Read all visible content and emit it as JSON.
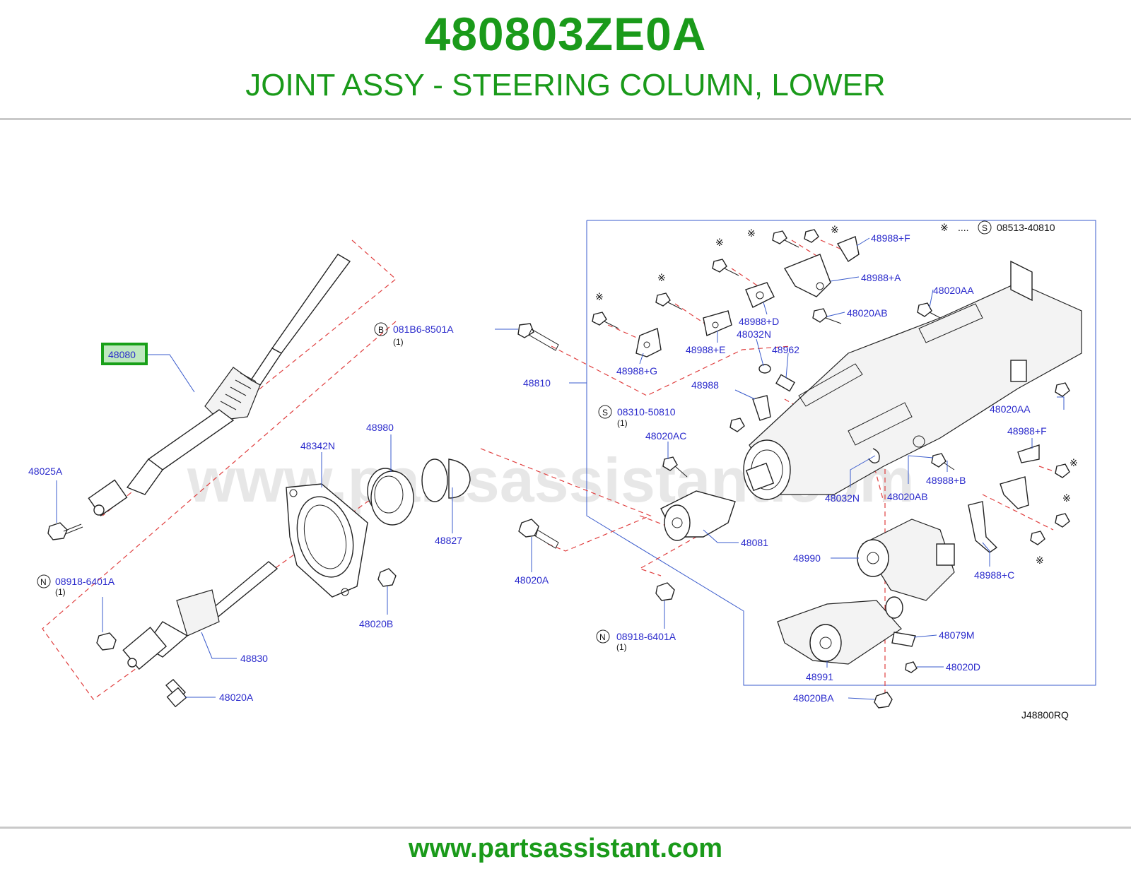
{
  "header": {
    "part_number": "480803ZE0A",
    "description": "JOINT ASSY - STEERING COLUMN, LOWER"
  },
  "footer": {
    "url": "www.partsassistant.com"
  },
  "diagram": {
    "watermark": "www.partsassistant.com",
    "drawing_code": "J48800RQ",
    "highlighted_part": "48080",
    "legend": {
      "mark": "※",
      "dots": "....",
      "code_letter": "S",
      "code": "08513-40810"
    },
    "callouts": {
      "c48080": "48080",
      "c48025A": "48025A",
      "c08918_1": "08918-6401A",
      "c48830": "48830",
      "c48020A_1": "48020A",
      "c48342N": "48342N",
      "c48980": "48980",
      "c48827": "48827",
      "c48020B": "48020B",
      "c081B6": "081B6-8501A",
      "c48810": "48810",
      "c48020A_2": "48020A",
      "c48081": "48081",
      "c08918_2": "08918-6401A",
      "c48988G": "48988+G",
      "c48988E": "48988+E",
      "c48988D": "48988+D",
      "c48032N_1": "48032N",
      "c48962": "48962",
      "c48988": "48988",
      "c08310": "08310-50810",
      "c48020AC": "48020AC",
      "c48032N_2": "48032N",
      "c48988F_1": "48988+F",
      "c48988A": "48988+A",
      "c48020AA_1": "48020AA",
      "c48020AB_1": "48020AB",
      "c48020AA_2": "48020AA",
      "c48988F_2": "48988+F",
      "c48988B": "48988+B",
      "c48020AB_2": "48020AB",
      "c48990": "48990",
      "c48988C": "48988+C",
      "c48079M": "48079M",
      "c48020D": "48020D",
      "c48991": "48991",
      "c48020BA": "48020BA"
    },
    "circle_letters": {
      "n1": "N",
      "n2": "N",
      "b": "B",
      "s": "S"
    },
    "quantities": {
      "q1": "(1)",
      "q2": "(1)",
      "q3": "(1)",
      "q4": "(1)"
    }
  }
}
